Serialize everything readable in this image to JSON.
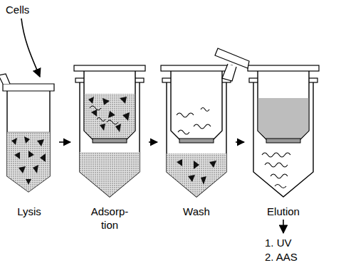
{
  "diagram": {
    "nodes": [
      {
        "text": [
          "Lysis"
        ]
      },
      {
        "text": [
          "Adsorp- tion"
        ]
      },
      {
        "text": [
          "Wash"
        ]
      },
      {
        "text": [
          "Elution"
        ]
      }
    ],
    "edges": [
      {
        "from": 0,
        "to": 1,
        "arrow": "to"
      },
      {
        "from": 1,
        "to": 2,
        "arrow": "to"
      },
      {
        "from": 2,
        "to": 3,
        "arrow": "to"
      }
    ],
    "labels": [
      "Cells",
      "1. UV",
      "2. AAS"
    ]
  }
}
